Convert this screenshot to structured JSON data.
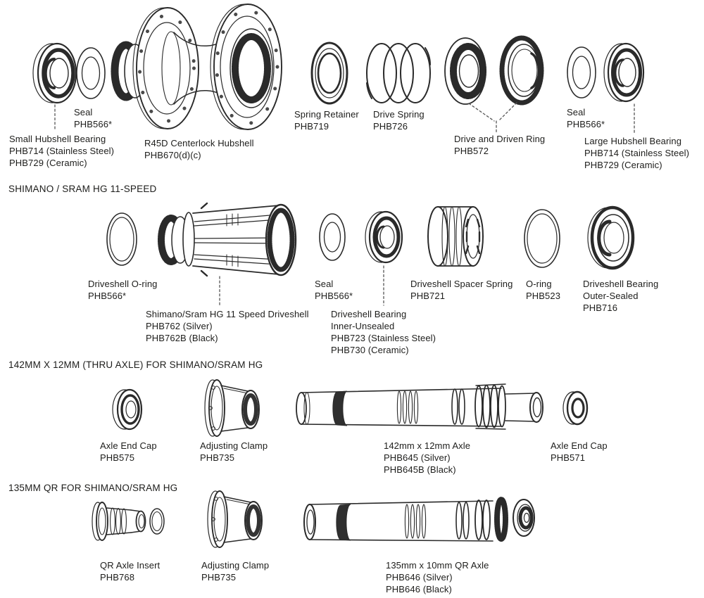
{
  "page": {
    "background": "#ffffff",
    "ink": "#2a2a2a",
    "text_color": "#1d1d1b",
    "leader_color": "#555555"
  },
  "sections": [
    {
      "name": "hub-internals",
      "labels": {
        "small_hubshell_bearing": "Small Hubshell Bearing\nPHB714 (Stainless Steel)\nPHB729 (Ceramic)",
        "seal_left": "Seal\nPHB566*",
        "hubshell": "R45D Centerlock Hubshell\nPHB670(d)(c)",
        "spring_retainer": "Spring Retainer\nPHB719",
        "drive_spring": "Drive Spring\nPHB726",
        "drive_and_driven_ring": "Drive and Driven Ring\nPHB572",
        "seal_right": "Seal\nPHB566*",
        "large_hubshell_bearing": "Large Hubshell Bearing\nPHB714 (Stainless Steel)\nPHB729 (Ceramic)"
      }
    },
    {
      "name": "shimano-sram-hg-11-speed",
      "header": "SHIMANO / SRAM HG 11-SPEED",
      "labels": {
        "driveshell_oring": "Driveshell O-ring\nPHB566*",
        "driveshell": "Shimano/Sram HG 11 Speed Driveshell\nPHB762 (Silver)\nPHB762B (Black)",
        "seal": "Seal\nPHB566*",
        "driveshell_bearing_inner": "Driveshell Bearing\nInner-Unsealed\nPHB723 (Stainless Steel)\nPHB730 (Ceramic)",
        "driveshell_spacer_spring": "Driveshell Spacer Spring\nPHB721",
        "oring": "O-ring\nPHB523",
        "driveshell_bearing_outer": "Driveshell Bearing\nOuter-Sealed\nPHB716"
      }
    },
    {
      "name": "142mm-thru-axle",
      "header": "142MM X 12MM (THRU AXLE) FOR SHIMANO/SRAM HG",
      "labels": {
        "axle_end_cap_left": "Axle End Cap\nPHB575",
        "adjusting_clamp": "Adjusting Clamp\nPHB735",
        "axle": "142mm x 12mm Axle\nPHB645 (Silver)\nPHB645B (Black)",
        "axle_end_cap_right": "Axle End Cap\nPHB571"
      }
    },
    {
      "name": "135mm-qr",
      "header": "135MM QR FOR SHIMANO/SRAM HG",
      "labels": {
        "qr_axle_insert": "QR Axle Insert\nPHB768",
        "adjusting_clamp": "Adjusting Clamp\nPHB735",
        "qr_axle": "135mm x 10mm QR Axle\nPHB646 (Silver)\nPHB646 (Black)"
      }
    }
  ]
}
